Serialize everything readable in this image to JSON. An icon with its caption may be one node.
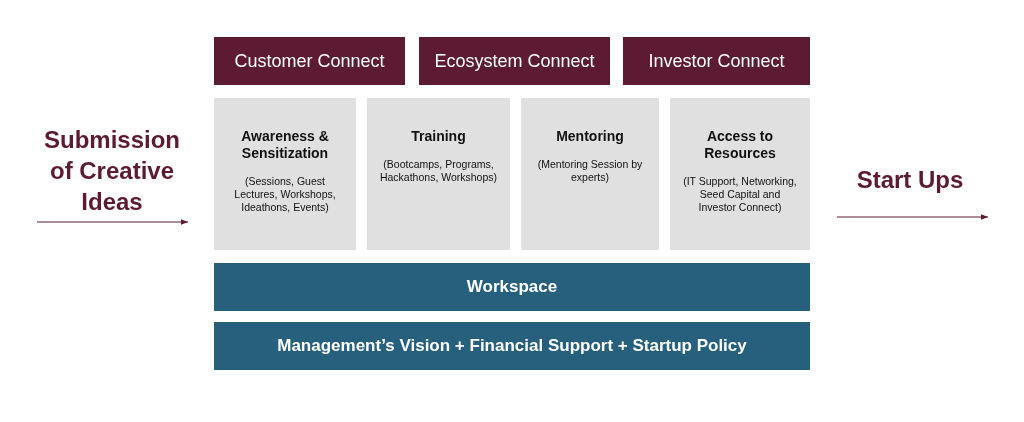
{
  "diagram": {
    "nodes": [
      {
        "text": [
          "Customer Connect"
        ]
      },
      {
        "text": [
          "Ecosystem Connect"
        ]
      },
      {
        "text": [
          "Investor Connect"
        ]
      },
      {
        "text": [
          "Awareness & Sensitization",
          "(Sessions, Guest Lectures, Workshops, Ideathons, Events)"
        ]
      },
      {
        "text": [
          "Training",
          "(Bootcamps, Programs, Hackathons, Workshops)"
        ]
      },
      {
        "text": [
          "Mentoring",
          "(Mentoring Session by experts)"
        ]
      },
      {
        "text": [
          "Access to Resources",
          "(IT Support, Networking, Seed Capital and Investor Connect)"
        ]
      },
      {
        "text": [
          "Workspace"
        ]
      },
      {
        "text": [
          "Management’s Vision + Financial Support + Startup Policy"
        ]
      }
    ],
    "edges": [
      {
        "from": null,
        "to": 3,
        "arrow": "to"
      },
      {
        "from": 6,
        "to": null,
        "arrow": "to"
      }
    ],
    "labels": [
      "Submission of Creative Ideas",
      "Start Ups"
    ]
  }
}
